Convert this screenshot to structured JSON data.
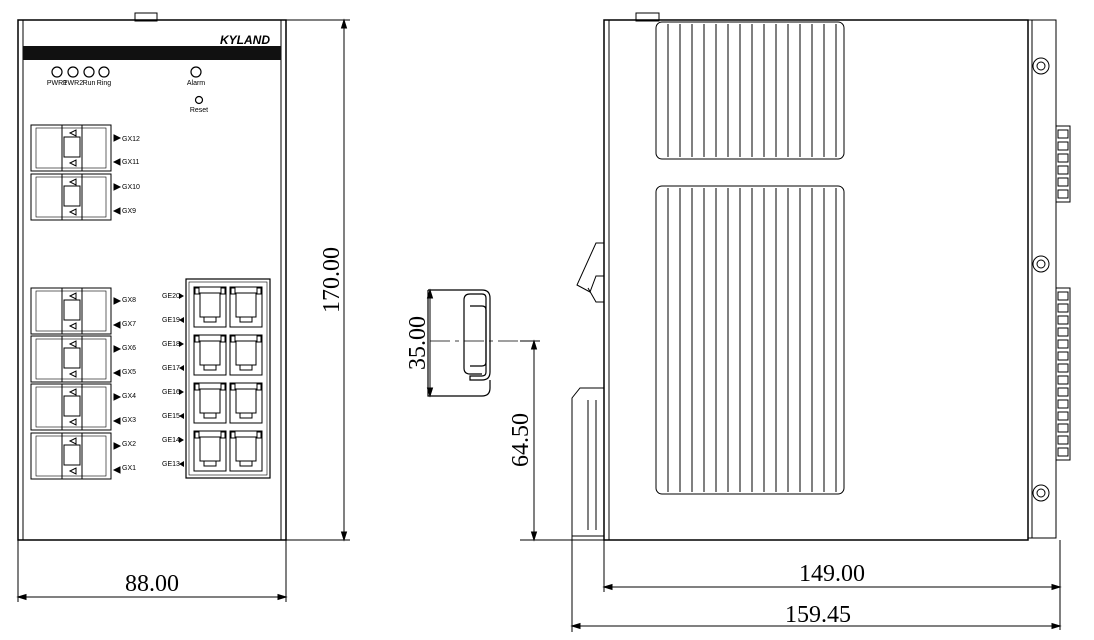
{
  "front_view": {
    "brand": "KYLAND",
    "leds": [
      "PWR1",
      "PWR2",
      "Run",
      "Ring"
    ],
    "alarm_label": "Alarm",
    "reset_label": "Reset",
    "sfp_ports_top": [
      "GX12",
      "GX11",
      "GX10",
      "GX9"
    ],
    "sfp_ports_bottom": [
      "GX8",
      "GX7",
      "GX6",
      "GX5",
      "GX4",
      "GX3",
      "GX2",
      "GX1"
    ],
    "rj45_ports": [
      "GE20",
      "GE19",
      "GE18",
      "GE17",
      "GE16",
      "GE15",
      "GE14",
      "GE13"
    ]
  },
  "dimensions": {
    "front_width": "88.00",
    "height": "170.00",
    "rail_height": "35.00",
    "rail_offset": "64.50",
    "depth": "149.00",
    "total_depth": "159.45"
  },
  "colors": {
    "line": "#000000",
    "header_bar": "#111111",
    "background": "#ffffff"
  }
}
